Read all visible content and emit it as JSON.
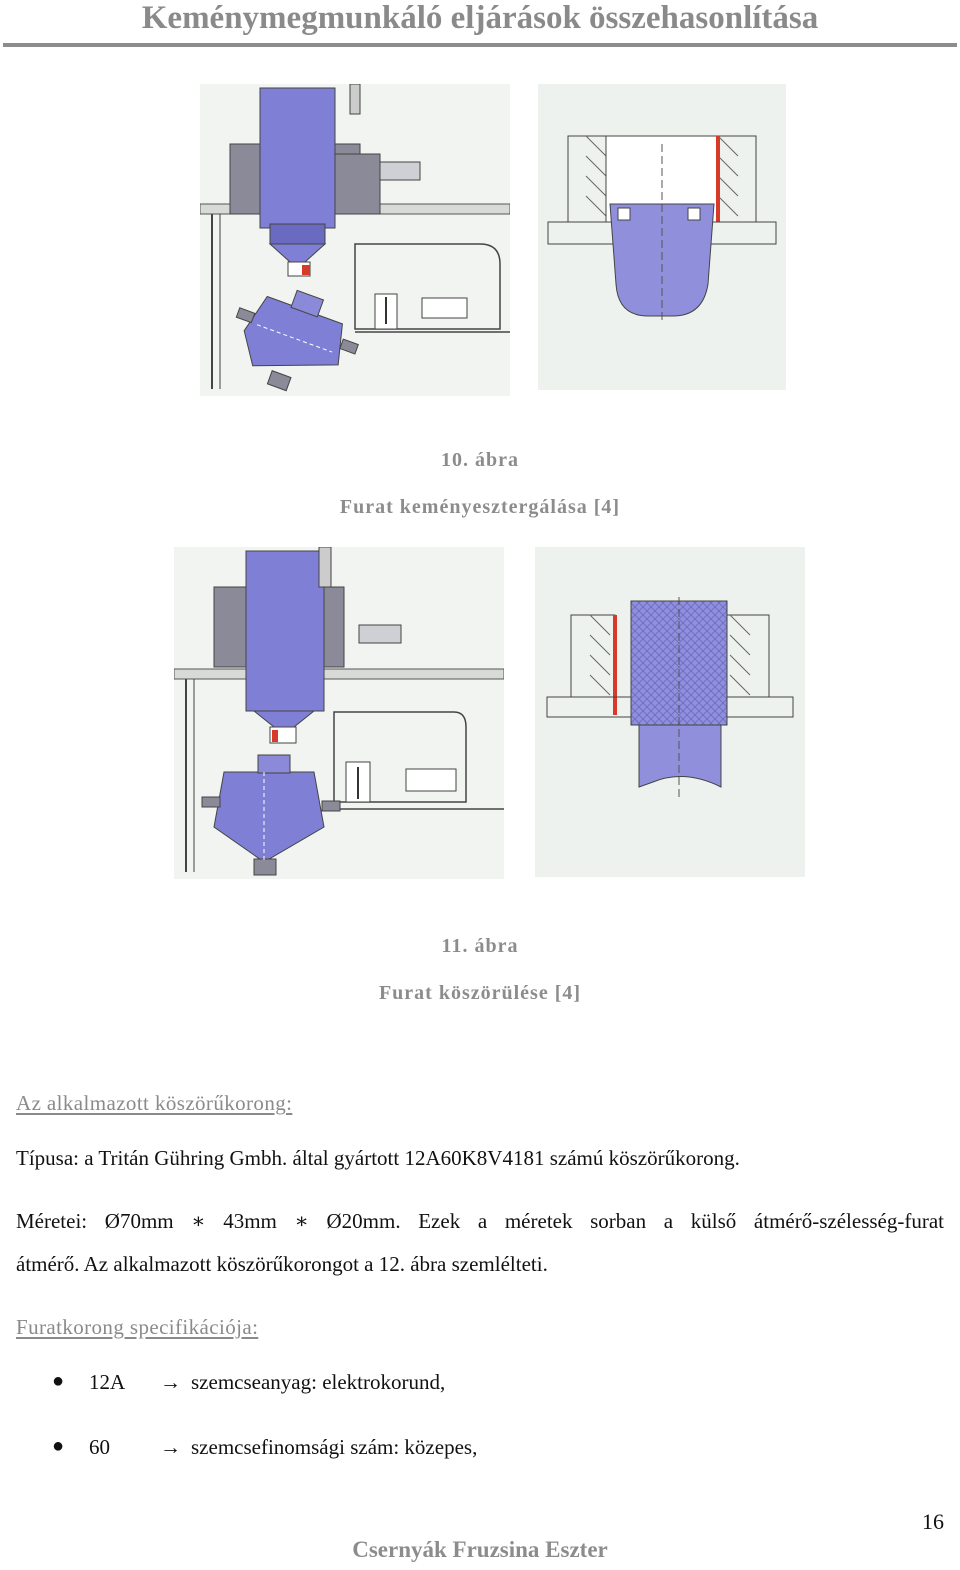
{
  "header": {
    "title": "Keménymegmunkáló eljárások összehasonlítása"
  },
  "figure10": {
    "number": "10. ábra",
    "caption": "Furat keményesztergálása [4]"
  },
  "figure11": {
    "number": "11. ábra",
    "caption": "Furat köszörülése [4]"
  },
  "section1": {
    "heading": "Az alkalmazott köszörűkorong:",
    "type_line": "Típusa: a Tritán Gühring Gmbh. által gyártott 12A60K8V4181 számú köszörűkorong.",
    "dims_line1": "Méretei: Ø70mm ∗ 43mm ∗ Ø20mm. Ezek a méretek sorban a külső átmérő-szélesség-furat",
    "dims_line2": "átmérő. Az alkalmazott köszörűkorongot a 12. ábra szemlélteti."
  },
  "section2": {
    "heading": "Furatkorong specifikációja:",
    "items": [
      {
        "code": "12A",
        "arrow": "→",
        "desc": "szemcseanyag: elektrokorund,"
      },
      {
        "code": "60",
        "arrow": "→",
        "desc": "szemcsefinomsági szám: közepes,"
      }
    ]
  },
  "page_number": "16",
  "footer": {
    "author": "Csernyák Fruzsina Eszter"
  },
  "colors": {
    "machine": "#7f7fd6",
    "machine_dark": "#6a6ac0",
    "panel": "#f0f4f0",
    "accent_red": "#d83a2a",
    "caption_gray": "#8c8c8c"
  }
}
